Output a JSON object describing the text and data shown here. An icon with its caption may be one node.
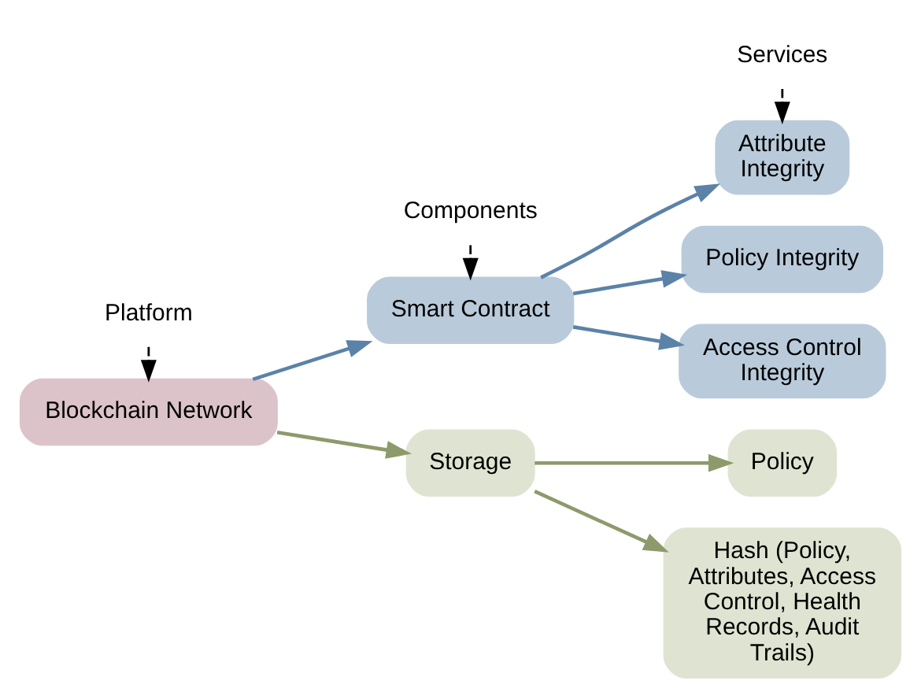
{
  "diagram": {
    "nodes": [
      {
        "text": [
          "Platform"
        ]
      },
      {
        "text": [
          "Components"
        ]
      },
      {
        "text": [
          "Services"
        ]
      },
      {
        "text": [
          "Blockchain Network"
        ]
      },
      {
        "text": [
          "Smart Contract"
        ]
      },
      {
        "text": [
          "Storage"
        ]
      },
      {
        "text": [
          "Attribute Integrity"
        ]
      },
      {
        "text": [
          "Policy Integrity"
        ]
      },
      {
        "text": [
          "Access Control Integrity"
        ]
      },
      {
        "text": [
          "Policy"
        ]
      },
      {
        "text": [
          "Hash (Policy, Attributes, Access Control, Health Records, Audit Trails)"
        ]
      }
    ],
    "edges": [
      {
        "from": 0,
        "to": 3,
        "arrow": "to",
        "style": "dashed",
        "color": "#000000"
      },
      {
        "from": 1,
        "to": 4,
        "arrow": "to",
        "style": "dashed",
        "color": "#000000"
      },
      {
        "from": 2,
        "to": 6,
        "arrow": "to",
        "style": "dashed",
        "color": "#000000"
      },
      {
        "from": 3,
        "to": 4,
        "arrow": "to",
        "color": "#5b82a8"
      },
      {
        "from": 3,
        "to": 5,
        "arrow": "to",
        "color": "#8d9a6c"
      },
      {
        "from": 4,
        "to": 6,
        "arrow": "to",
        "color": "#5b82a8"
      },
      {
        "from": 4,
        "to": 7,
        "arrow": "to",
        "color": "#5b82a8"
      },
      {
        "from": 4,
        "to": 8,
        "arrow": "to",
        "color": "#5b82a8"
      },
      {
        "from": 5,
        "to": 9,
        "arrow": "to",
        "color": "#8d9a6c"
      },
      {
        "from": 5,
        "to": 10,
        "arrow": "to",
        "color": "#8d9a6c"
      }
    ]
  }
}
